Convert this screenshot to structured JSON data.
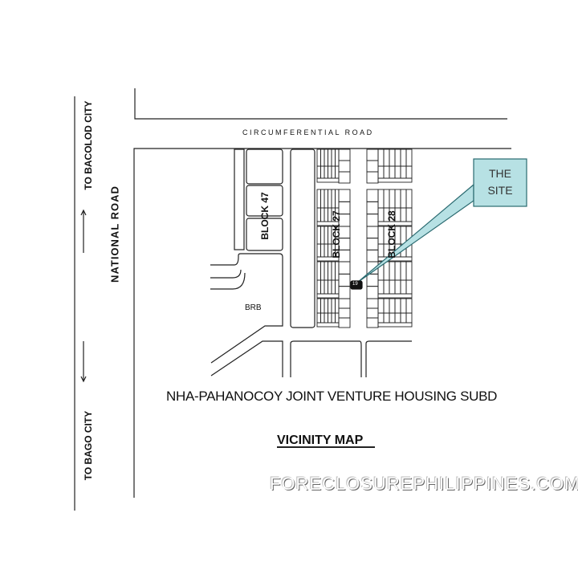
{
  "roads": {
    "circumferential": "CIRCUMFERENTIAL ROAD",
    "national": "NATIONAL ROAD",
    "to_bacolod": "TO BACOLOD CITY",
    "to_bago": "TO BAGO CITY"
  },
  "blocks": {
    "block47": "BLOCK 47",
    "block27": "BLOCK 27",
    "block28": "BLOCK 28",
    "brb": "BRB",
    "lot_marker": "19"
  },
  "callout": {
    "line1": "THE",
    "line2": "SITE",
    "fill": "#b7e1e4"
  },
  "title": "NHA-PAHANOCOY JOINT VENTURE HOUSING SUBD",
  "subtitle": "VICINITY MAP",
  "watermark": "FORECLOSUREPHILIPPINES.COM"
}
